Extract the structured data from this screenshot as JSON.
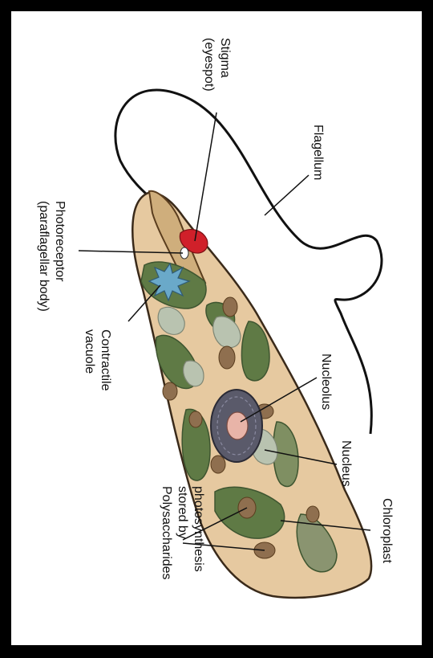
{
  "labels": {
    "stigma_line1": "Stigma",
    "stigma_line2": "(eyespot)",
    "flagellum": "Flagellum",
    "photoreceptor_line1": "Photoreceptor",
    "photoreceptor_line2": "(paraflagellar body)",
    "contractile_line1": "Contractile",
    "contractile_line2": "vacuole",
    "nucleolus": "Nucleolus",
    "nucleus": "Nucleus",
    "chloroplast": "Chloroplast",
    "poly_line1": "Polysaccharides",
    "poly_line2": "stored by",
    "poly_line3": "photosynthesis"
  },
  "colors": {
    "frame": "#000000",
    "cytoplasm": "#e6c9a0",
    "cell_outline": "#3a2a1a",
    "chloroplast": "#5f7a45",
    "chloroplast_pale": "#9aa486",
    "vacuole": "#b9c3b0",
    "granule": "#8f6f4f",
    "nucleus": "#5a5a6a",
    "nucleolus": "#e8b4a8",
    "eyespot": "#d0202a",
    "photoreceptor": "#6aa9c9"
  }
}
